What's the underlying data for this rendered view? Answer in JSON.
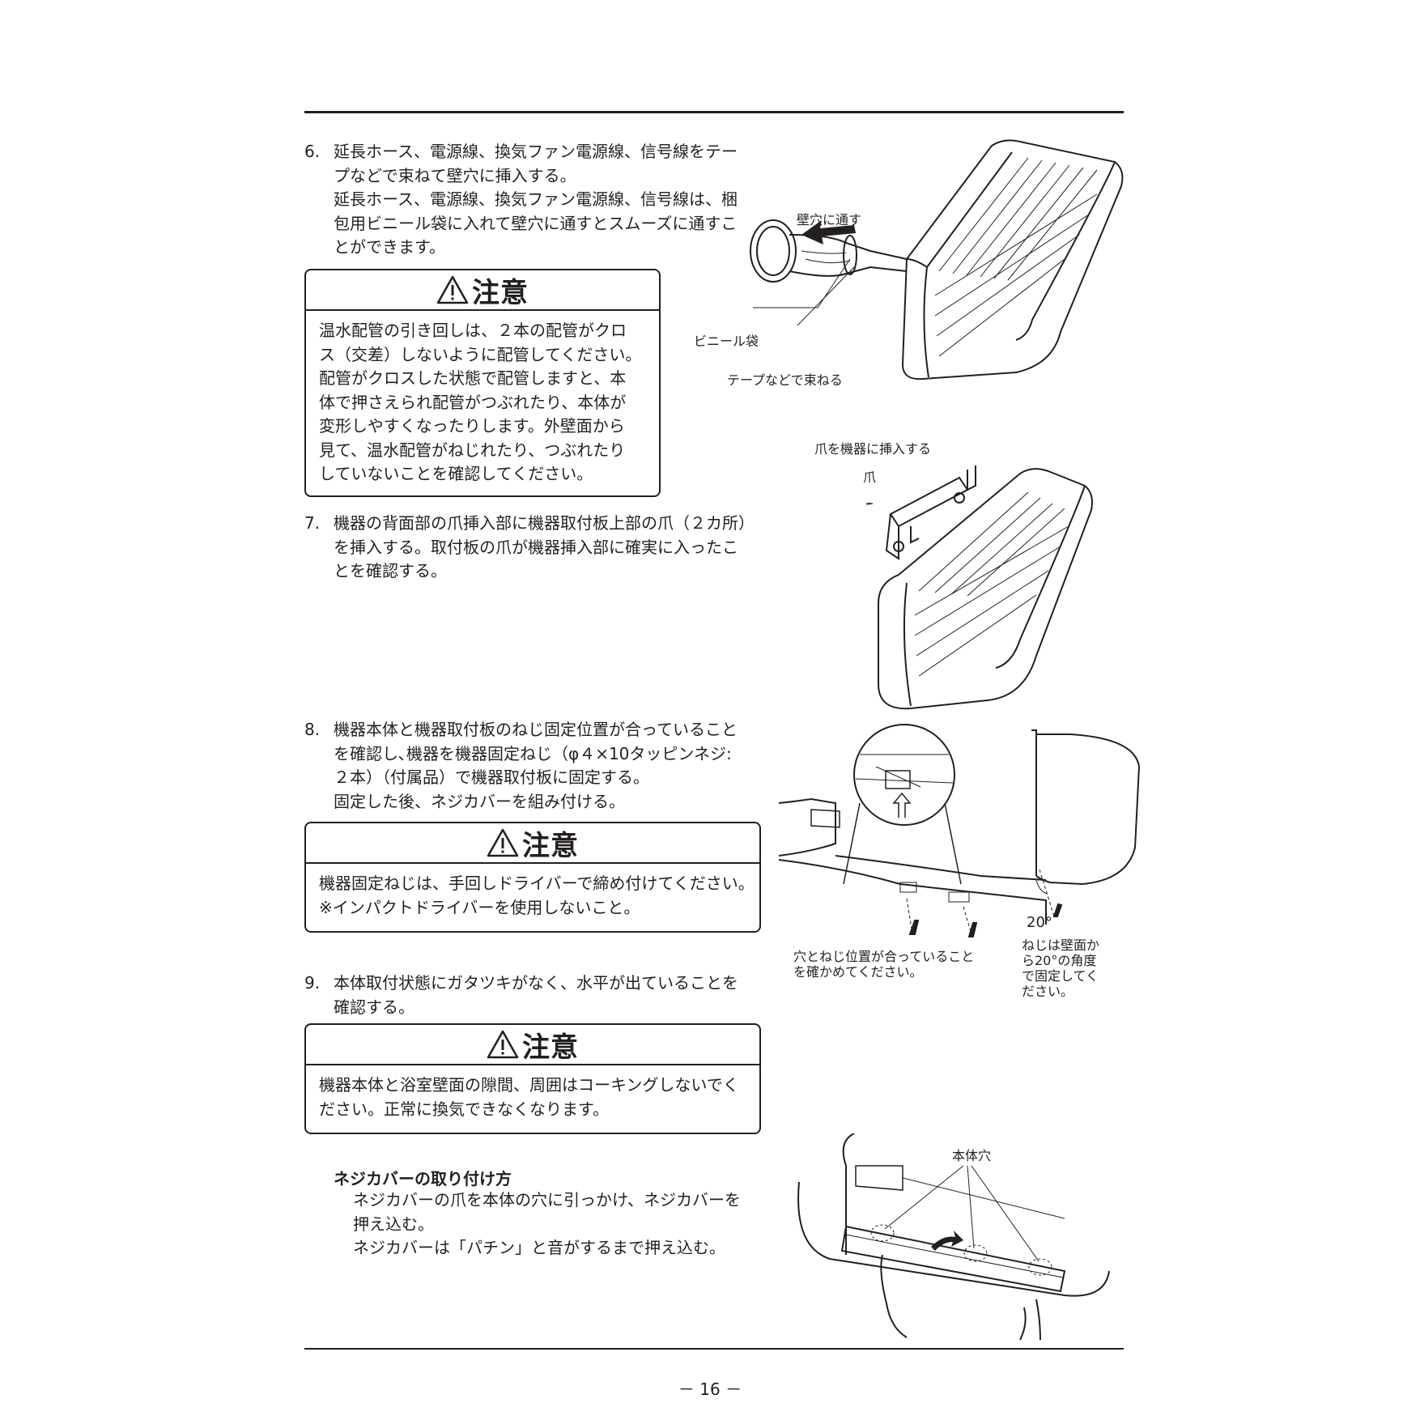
{
  "step6": {
    "num": "6.",
    "lines": [
      "延長ホース、電源線、換気ファン電源線、信号線をテー",
      "プなどで束ねて壁穴に挿入する。",
      "延長ホース、電源線、換気ファン電源線、信号線は、梱",
      "包用ビニール袋に入れて壁穴に通すとスムーズに通すこ",
      "とができます。"
    ]
  },
  "caution1": {
    "title": "注意",
    "lines": [
      "温水配管の引き回しは、２本の配管がクロ",
      "ス（交差）しないように配管してください。",
      "配管がクロスした状態で配管しますと、本",
      "体で押さえられ配管がつぶれたり、本体が",
      "変形しやすくなったりします。外壁面から",
      "見て、温水配管がねじれたり、つぶれたり",
      "していないことを確認してください。"
    ]
  },
  "step7": {
    "num": "7.",
    "lines": [
      "機器の背面部の爪挿入部に機器取付板上部の爪（２カ所）",
      "を挿入する。取付板の爪が機器挿入部に確実に入ったこ",
      "とを確認する。"
    ]
  },
  "step8": {
    "num": "8.",
    "lines": [
      "機器本体と機器取付板のねじ固定位置が合っていること",
      "を確認し､機器を機器固定ねじ（φ４×10タッピンネジ:",
      "２本）（付属品）で機器取付板に固定する。",
      "固定した後、ネジカバーを組み付ける。"
    ]
  },
  "caution2": {
    "title": "注意",
    "lines": [
      "機器固定ねじは、手回しドライバーで締め付けてください。",
      "※インパクトドライバーを使用しないこと。"
    ]
  },
  "step9": {
    "num": "9.",
    "lines": [
      "本体取付状態にガタツキがなく、水平が出ていることを",
      "確認する。"
    ]
  },
  "caution3": {
    "title": "注意",
    "lines": [
      "機器本体と浴室壁面の隙間、周囲はコーキングしないでく",
      "ださい。正常に換気できなくなります。"
    ]
  },
  "screw_cover": {
    "title": "ネジカバーの取り付け方",
    "lines": [
      "ネジカバーの爪を本体の穴に引っかけ、ネジカバーを",
      "押え込む。",
      "ネジカバーは「パチン」と音がするまで押え込む。"
    ]
  },
  "figure1": {
    "label_wall": "壁穴に通す",
    "label_bag": "ビニール袋",
    "label_tape": "テープなどで束ねる"
  },
  "figure2": {
    "label_insert": "爪を機器に挿入する",
    "label_claw": "爪"
  },
  "figure3": {
    "label_holes": [
      "穴とねじ位置が合っていること",
      "を確かめてください。"
    ],
    "label_angle": "20°",
    "label_angle_note": [
      "ねじは壁面か",
      "ら20°の角度",
      "で固定してく",
      "ださい。"
    ]
  },
  "figure4": {
    "label_hole": "本体穴"
  },
  "footer": {
    "page": "－ 16 －"
  }
}
